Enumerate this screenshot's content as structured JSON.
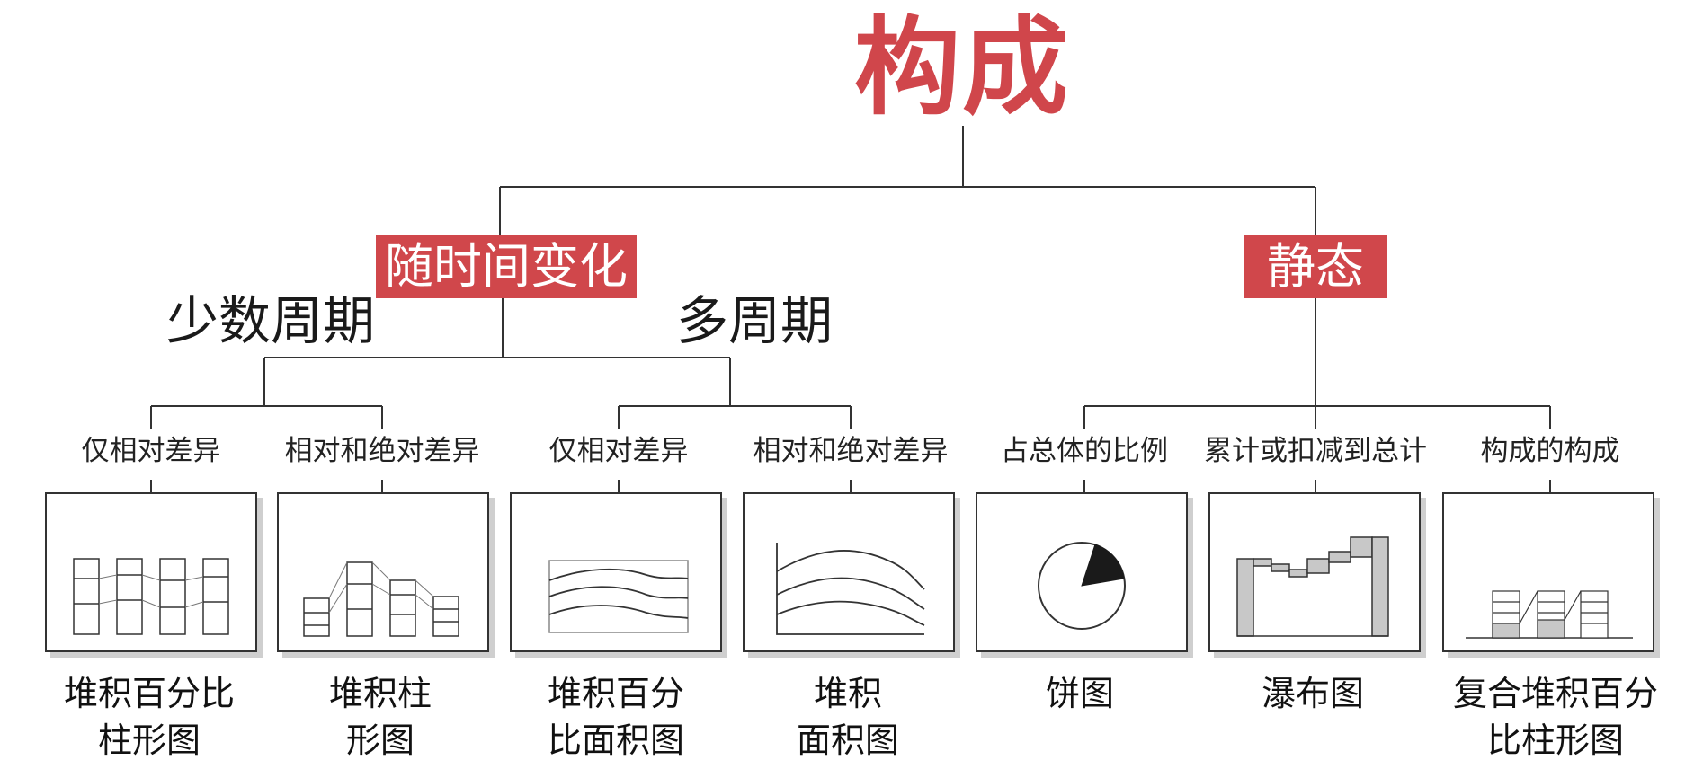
{
  "root": {
    "label": "构成"
  },
  "branches": [
    {
      "label": "随时间变化",
      "groups": [
        {
          "label": "少数周期"
        },
        {
          "label": "多周期"
        }
      ]
    },
    {
      "label": "静态"
    }
  ],
  "leaves": [
    {
      "category": "仅相对差异",
      "name_line1": "堆积百分比",
      "name_line2": "柱形图",
      "icon": "stacked-percent-column-chart-icon"
    },
    {
      "category": "相对和绝对差异",
      "name_line1": "堆积柱",
      "name_line2": "形图",
      "icon": "stacked-column-chart-icon"
    },
    {
      "category": "仅相对差异",
      "name_line1": "堆积百分",
      "name_line2": "比面积图",
      "icon": "stacked-percent-area-chart-icon"
    },
    {
      "category": "相对和绝对差异",
      "name_line1": "堆积",
      "name_line2": "面积图",
      "icon": "stacked-area-chart-icon"
    },
    {
      "category": "占总体的比例",
      "name_line1": "饼图",
      "name_line2": "",
      "icon": "pie-chart-icon"
    },
    {
      "category": "累计或扣减到总计",
      "name_line1": "瀑布图",
      "name_line2": "",
      "icon": "waterfall-chart-icon"
    },
    {
      "category": "构成的构成",
      "name_line1": "复合堆积百分",
      "name_line2": "比柱形图",
      "icon": "composite-stacked-percent-column-icon"
    }
  ],
  "colors": {
    "accent_red": "#d0474b",
    "line": "#333333",
    "thumb_fill_gray": "#c8c8c8",
    "pie_slice": "#1a1a1a"
  }
}
